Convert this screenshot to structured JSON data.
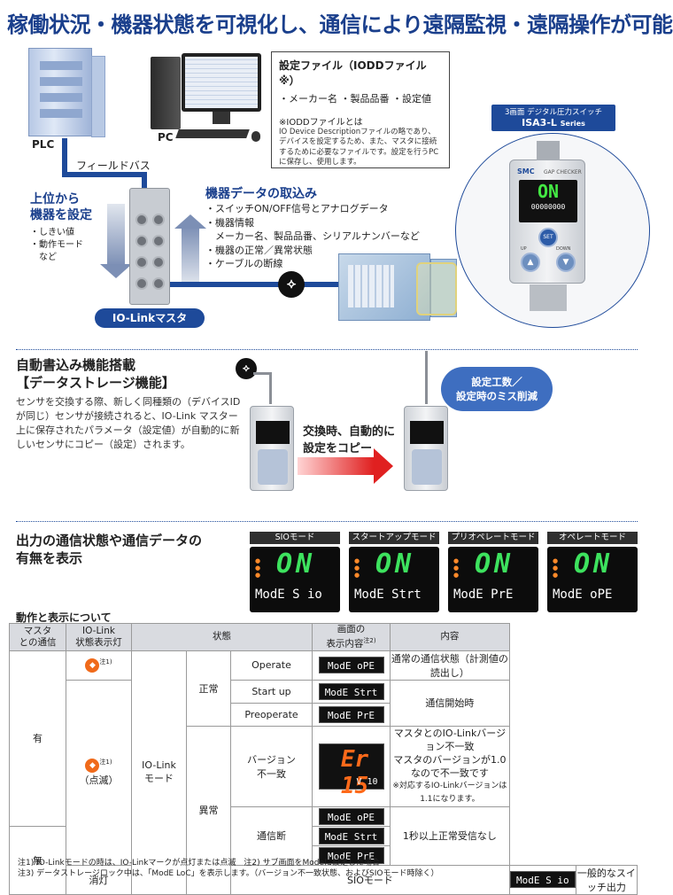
{
  "headline": "稼働状況・機器状態を可視化し、通信により遠隔監視・遠隔操作が可能",
  "section1": {
    "plc_label": "PLC",
    "pc_label": "PC",
    "fieldbus_label": "フィールドバス",
    "iodd": {
      "title": "設定ファイル（IODDファイル※）",
      "items": "・メーカー名 ・製品品番 ・設定値",
      "note_title": "※IODDファイルとは",
      "note": "IO Device Descriptionファイルの略であり、デバイスを設定するため、また、マスタに接続するために必要なファイルです。設定を行うPCに保存し、使用します。"
    },
    "product_label_line1": "3画面 デジタル圧力スイッチ",
    "product_label_name": "ISA3-L",
    "product_label_series": "Series",
    "sensor_brand": "SMC",
    "sensor_model_text": "GAP CHECKER",
    "sensor_display_main": "ON",
    "sensor_display_sub": "00000000",
    "btn_set": "SET",
    "btn_up": "UP",
    "btn_down": "DOWN",
    "upper_title_line1": "上位から",
    "upper_title_line2": "機器を設定",
    "upper_items": [
      "・しきい値",
      "・動作モード",
      "　など"
    ],
    "data_title": "機器データの取込み",
    "data_items": [
      "・スイッチON/OFF信号とアナログデータ",
      "・機器情報",
      "　メーカー名、製品品番、シリアルナンバーなど",
      "・機器の正常／異常状態",
      "・ケーブルの断線"
    ],
    "master_label": "IO-Linkマスタ"
  },
  "section2": {
    "title_line1": "自動書込み機能搭載",
    "title_line2": "【データストレージ機能】",
    "desc": "センサを交換する際、新しく同種類の（デバイスIDが同じ）センサが接続されると、IO-Link マスター上に保存されたパラメータ（設定値）が自動的に新しいセンサにコピー（設定）されます。",
    "copy_line1": "交換時、自動的に",
    "copy_line2": "設定をコピー",
    "bubble_line1": "設定工数／",
    "bubble_line2": "設定時のミス削減"
  },
  "section3": {
    "title_line1": "出力の通信状態や通信データの",
    "title_line2": "有無を表示",
    "modes": [
      {
        "caption": "SIOモード",
        "main": "ON",
        "sub": "ModE S io"
      },
      {
        "caption": "スタートアップモード",
        "main": "ON",
        "sub": "ModE Strt"
      },
      {
        "caption": "プリオペレートモード",
        "main": "ON",
        "sub": "ModE PrE"
      },
      {
        "caption": "オペレートモード",
        "main": "ON",
        "sub": "ModE oPE"
      }
    ],
    "table_title": "動作と表示について",
    "headers": {
      "master_comm": "マスタ\nとの通信",
      "lamp": "IO-Link\n状態表示灯",
      "state": "状態",
      "screen": "画面の\n表示内容",
      "screen_note": "注2)",
      "content": "内容"
    },
    "rows": {
      "yes": "有",
      "no": "無",
      "note1": "注1)",
      "blink": "（点滅）",
      "iolink_mode": "IO-Link\nモード",
      "normal": "正常",
      "abnormal": "異常",
      "operate": "Operate",
      "startup": "Start up",
      "preoperate": "Preoperate",
      "version_mismatch": "バージョン\n不一致",
      "comm_break": "通信断",
      "lamp_off": "消灯",
      "sio_mode": "SIOモード",
      "lcd_ope": "ModE oPE",
      "lcd_strt": "ModE Strt",
      "lcd_pre": "ModE PrE",
      "lcd_sio": "ModE S io",
      "err_main": "Er 15",
      "err_sub": "V 10",
      "content_operate": "通常の通信状態（計測値の読出し）",
      "content_start": "通信開始時",
      "content_ver1": "マスタとのIO-Linkバージョン不一致",
      "content_ver2": "マスタのバージョンが1.0なので不一致です",
      "content_ver3": "※対応するIO-Linkバージョンは1.1になります。",
      "content_break": "1秒以上正常受信なし",
      "content_sio": "一般的なスイッチ出力"
    },
    "notes": [
      "注1) IO-Linkモードの時は、IO-Linkマークが点灯または点滅　注2) サブ画面をModeに設定した場合",
      "注3) データストレージロック中は、「ModE LoC」を表示します。（バージョン不一致状態、およびSIOモード時除く）"
    ]
  }
}
